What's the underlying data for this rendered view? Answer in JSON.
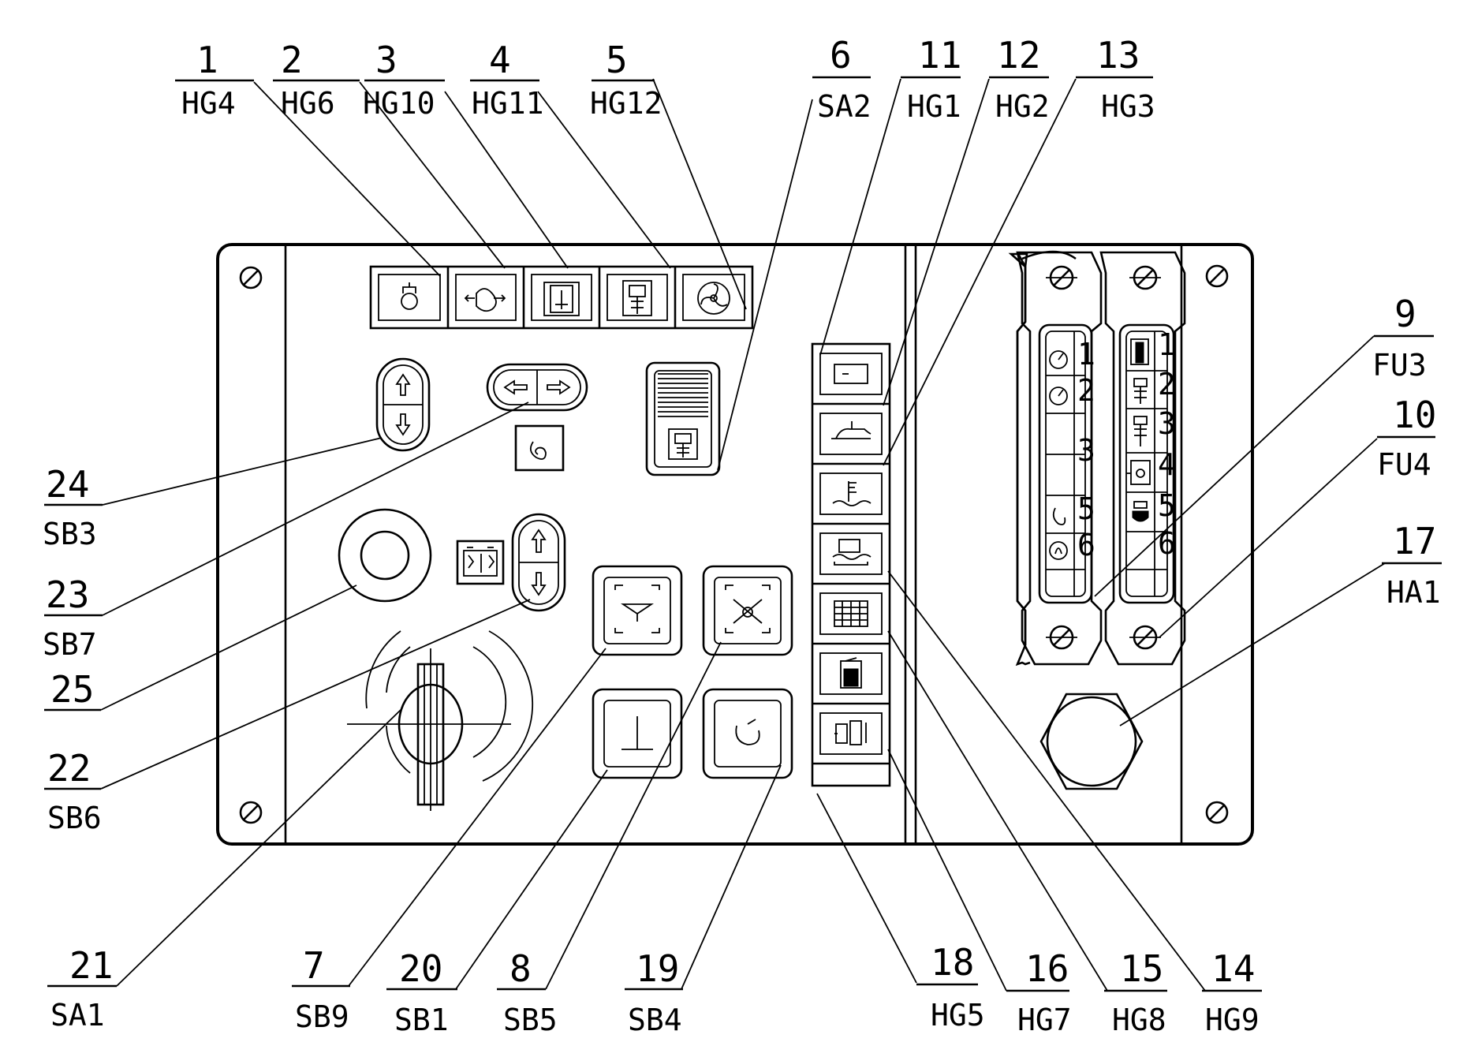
{
  "callouts": [
    {
      "id": "c1",
      "num": "1",
      "code": "HG4"
    },
    {
      "id": "c2",
      "num": "2",
      "code": "HG6"
    },
    {
      "id": "c3",
      "num": "3",
      "code": "HG10"
    },
    {
      "id": "c4",
      "num": "4",
      "code": "HG11"
    },
    {
      "id": "c5",
      "num": "5",
      "code": "HG12"
    },
    {
      "id": "c6",
      "num": "6",
      "code": "SA2"
    },
    {
      "id": "c11",
      "num": "11",
      "code": "HG1"
    },
    {
      "id": "c12",
      "num": "12",
      "code": "HG2"
    },
    {
      "id": "c13",
      "num": "13",
      "code": "HG3"
    },
    {
      "id": "c9",
      "num": "9",
      "code": "FU3"
    },
    {
      "id": "c10",
      "num": "10",
      "code": "FU4"
    },
    {
      "id": "c17",
      "num": "17",
      "code": "HA1"
    },
    {
      "id": "c24",
      "num": "24",
      "code": "SB3"
    },
    {
      "id": "c23",
      "num": "23",
      "code": "SB7"
    },
    {
      "id": "c25",
      "num": "25",
      "code": ""
    },
    {
      "id": "c22",
      "num": "22",
      "code": "SB6"
    },
    {
      "id": "c21",
      "num": "21",
      "code": "SA1"
    },
    {
      "id": "c7",
      "num": "7",
      "code": "SB9"
    },
    {
      "id": "c20",
      "num": "20",
      "code": "SB1"
    },
    {
      "id": "c8",
      "num": "8",
      "code": "SB5"
    },
    {
      "id": "c19",
      "num": "19",
      "code": "SB4"
    },
    {
      "id": "c18",
      "num": "18",
      "code": "HG5"
    },
    {
      "id": "c16",
      "num": "16",
      "code": "HG7"
    },
    {
      "id": "c15",
      "num": "15",
      "code": "HG8"
    },
    {
      "id": "c14",
      "num": "14",
      "code": "HG9"
    }
  ],
  "fuse_numbers": [
    "1",
    "2",
    "3",
    "4",
    "5",
    "6"
  ]
}
